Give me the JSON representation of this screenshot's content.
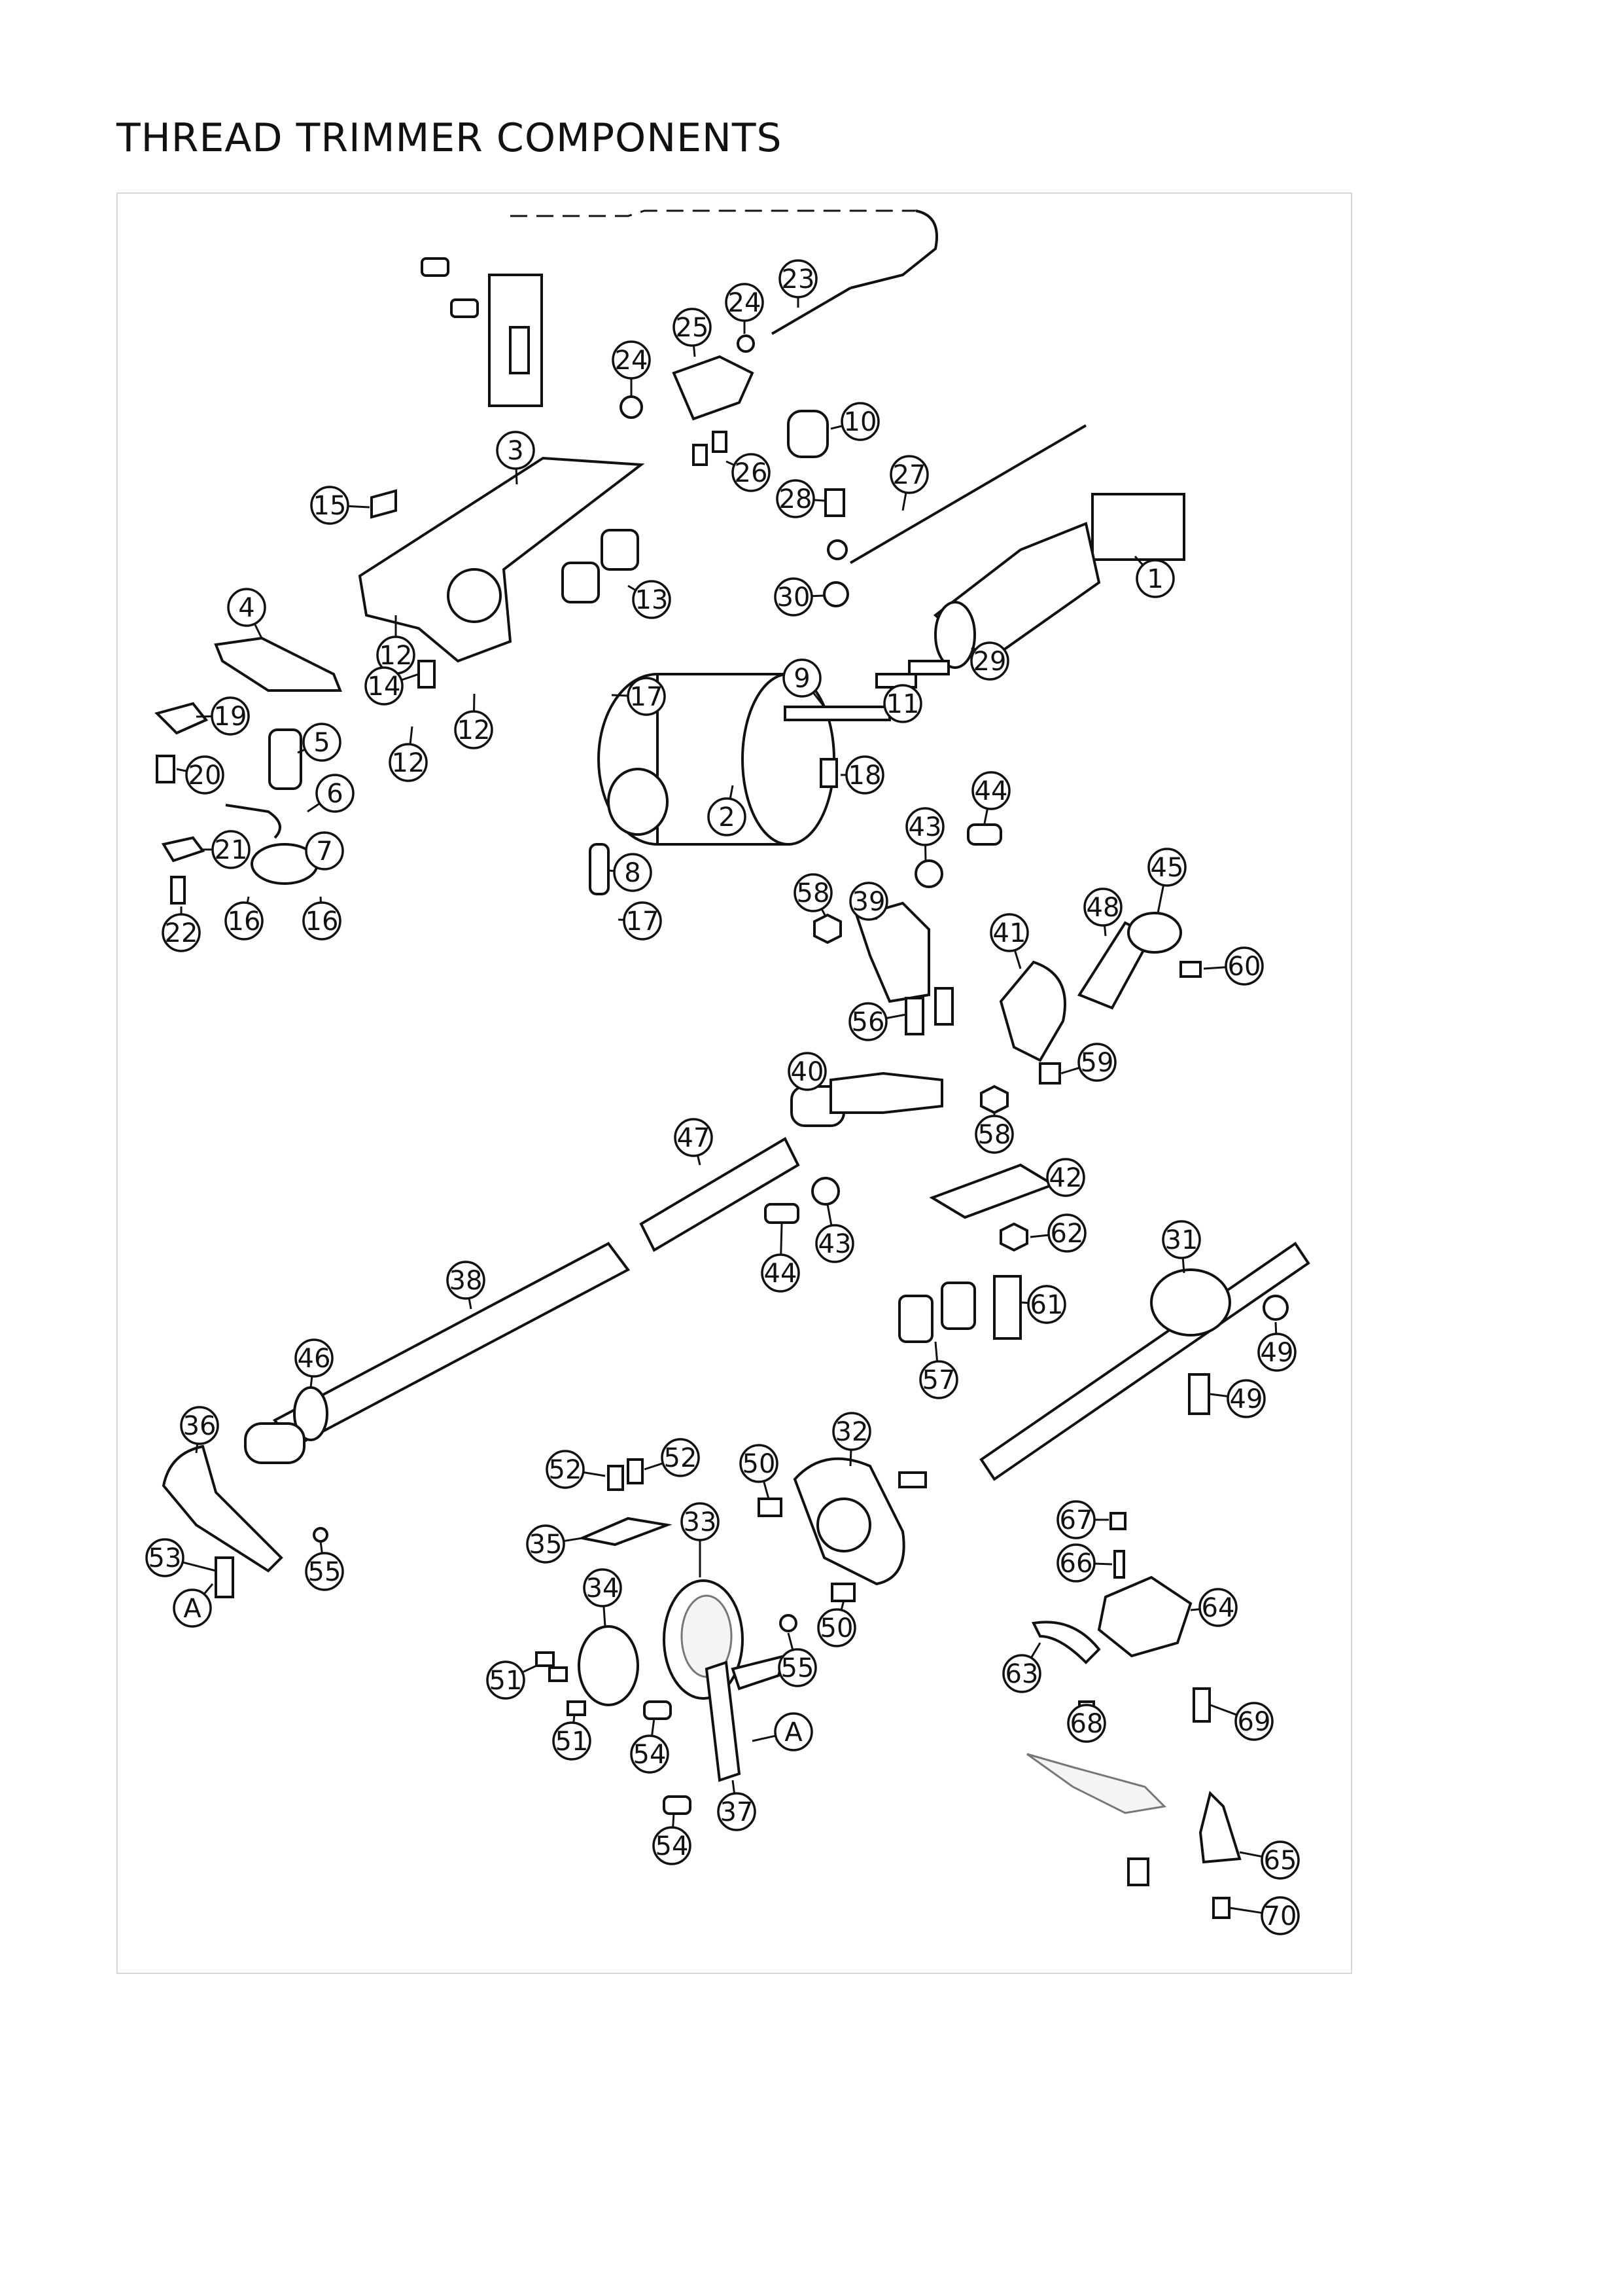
{
  "page": {
    "title": "THREAD TRIMMER COMPONENTS"
  },
  "callouts": [
    {
      "id": "c1",
      "label": "1"
    },
    {
      "id": "c2",
      "label": "2"
    },
    {
      "id": "c3",
      "label": "3"
    },
    {
      "id": "c4",
      "label": "4"
    },
    {
      "id": "c5",
      "label": "5"
    },
    {
      "id": "c6",
      "label": "6"
    },
    {
      "id": "c7",
      "label": "7"
    },
    {
      "id": "c8",
      "label": "8"
    },
    {
      "id": "c9",
      "label": "9"
    },
    {
      "id": "c10",
      "label": "10"
    },
    {
      "id": "c11",
      "label": "11"
    },
    {
      "id": "c12a",
      "label": "12"
    },
    {
      "id": "c12b",
      "label": "12"
    },
    {
      "id": "c12c",
      "label": "12"
    },
    {
      "id": "c13",
      "label": "13"
    },
    {
      "id": "c14",
      "label": "14"
    },
    {
      "id": "c15",
      "label": "15"
    },
    {
      "id": "c16a",
      "label": "16"
    },
    {
      "id": "c16b",
      "label": "16"
    },
    {
      "id": "c17a",
      "label": "17"
    },
    {
      "id": "c17b",
      "label": "17"
    },
    {
      "id": "c18",
      "label": "18"
    },
    {
      "id": "c19",
      "label": "19"
    },
    {
      "id": "c20",
      "label": "20"
    },
    {
      "id": "c21",
      "label": "21"
    },
    {
      "id": "c22",
      "label": "22"
    },
    {
      "id": "c23",
      "label": "23"
    },
    {
      "id": "c24a",
      "label": "24"
    },
    {
      "id": "c24b",
      "label": "24"
    },
    {
      "id": "c25",
      "label": "25"
    },
    {
      "id": "c26",
      "label": "26"
    },
    {
      "id": "c27",
      "label": "27"
    },
    {
      "id": "c28",
      "label": "28"
    },
    {
      "id": "c29",
      "label": "29"
    },
    {
      "id": "c30",
      "label": "30"
    },
    {
      "id": "c31",
      "label": "31"
    },
    {
      "id": "c32",
      "label": "32"
    },
    {
      "id": "c33",
      "label": "33"
    },
    {
      "id": "c34",
      "label": "34"
    },
    {
      "id": "c35",
      "label": "35"
    },
    {
      "id": "c36",
      "label": "36"
    },
    {
      "id": "c37",
      "label": "37"
    },
    {
      "id": "c38",
      "label": "38"
    },
    {
      "id": "c39",
      "label": "39"
    },
    {
      "id": "c40",
      "label": "40"
    },
    {
      "id": "c41",
      "label": "41"
    },
    {
      "id": "c42",
      "label": "42"
    },
    {
      "id": "c43a",
      "label": "43"
    },
    {
      "id": "c43b",
      "label": "43"
    },
    {
      "id": "c44a",
      "label": "44"
    },
    {
      "id": "c44b",
      "label": "44"
    },
    {
      "id": "c45",
      "label": "45"
    },
    {
      "id": "c46",
      "label": "46"
    },
    {
      "id": "c47",
      "label": "47"
    },
    {
      "id": "c48",
      "label": "48"
    },
    {
      "id": "c49a",
      "label": "49"
    },
    {
      "id": "c49b",
      "label": "49"
    },
    {
      "id": "c50a",
      "label": "50"
    },
    {
      "id": "c50b",
      "label": "50"
    },
    {
      "id": "c51a",
      "label": "51"
    },
    {
      "id": "c51b",
      "label": "51"
    },
    {
      "id": "c52a",
      "label": "52"
    },
    {
      "id": "c52b",
      "label": "52"
    },
    {
      "id": "c53",
      "label": "53"
    },
    {
      "id": "c54a",
      "label": "54"
    },
    {
      "id": "c54b",
      "label": "54"
    },
    {
      "id": "c55a",
      "label": "55"
    },
    {
      "id": "c55b",
      "label": "55"
    },
    {
      "id": "c56",
      "label": "56"
    },
    {
      "id": "c57",
      "label": "57"
    },
    {
      "id": "c58a",
      "label": "58"
    },
    {
      "id": "c58b",
      "label": "58"
    },
    {
      "id": "c59",
      "label": "59"
    },
    {
      "id": "c60",
      "label": "60"
    },
    {
      "id": "c61",
      "label": "61"
    },
    {
      "id": "c62",
      "label": "62"
    },
    {
      "id": "c63",
      "label": "63"
    },
    {
      "id": "c64",
      "label": "64"
    },
    {
      "id": "c65",
      "label": "65"
    },
    {
      "id": "c66",
      "label": "66"
    },
    {
      "id": "c67",
      "label": "67"
    },
    {
      "id": "c68",
      "label": "68"
    },
    {
      "id": "c69",
      "label": "69"
    },
    {
      "id": "c70",
      "label": "70"
    },
    {
      "id": "cA1",
      "label": "A"
    },
    {
      "id": "cA2",
      "label": "A"
    }
  ]
}
